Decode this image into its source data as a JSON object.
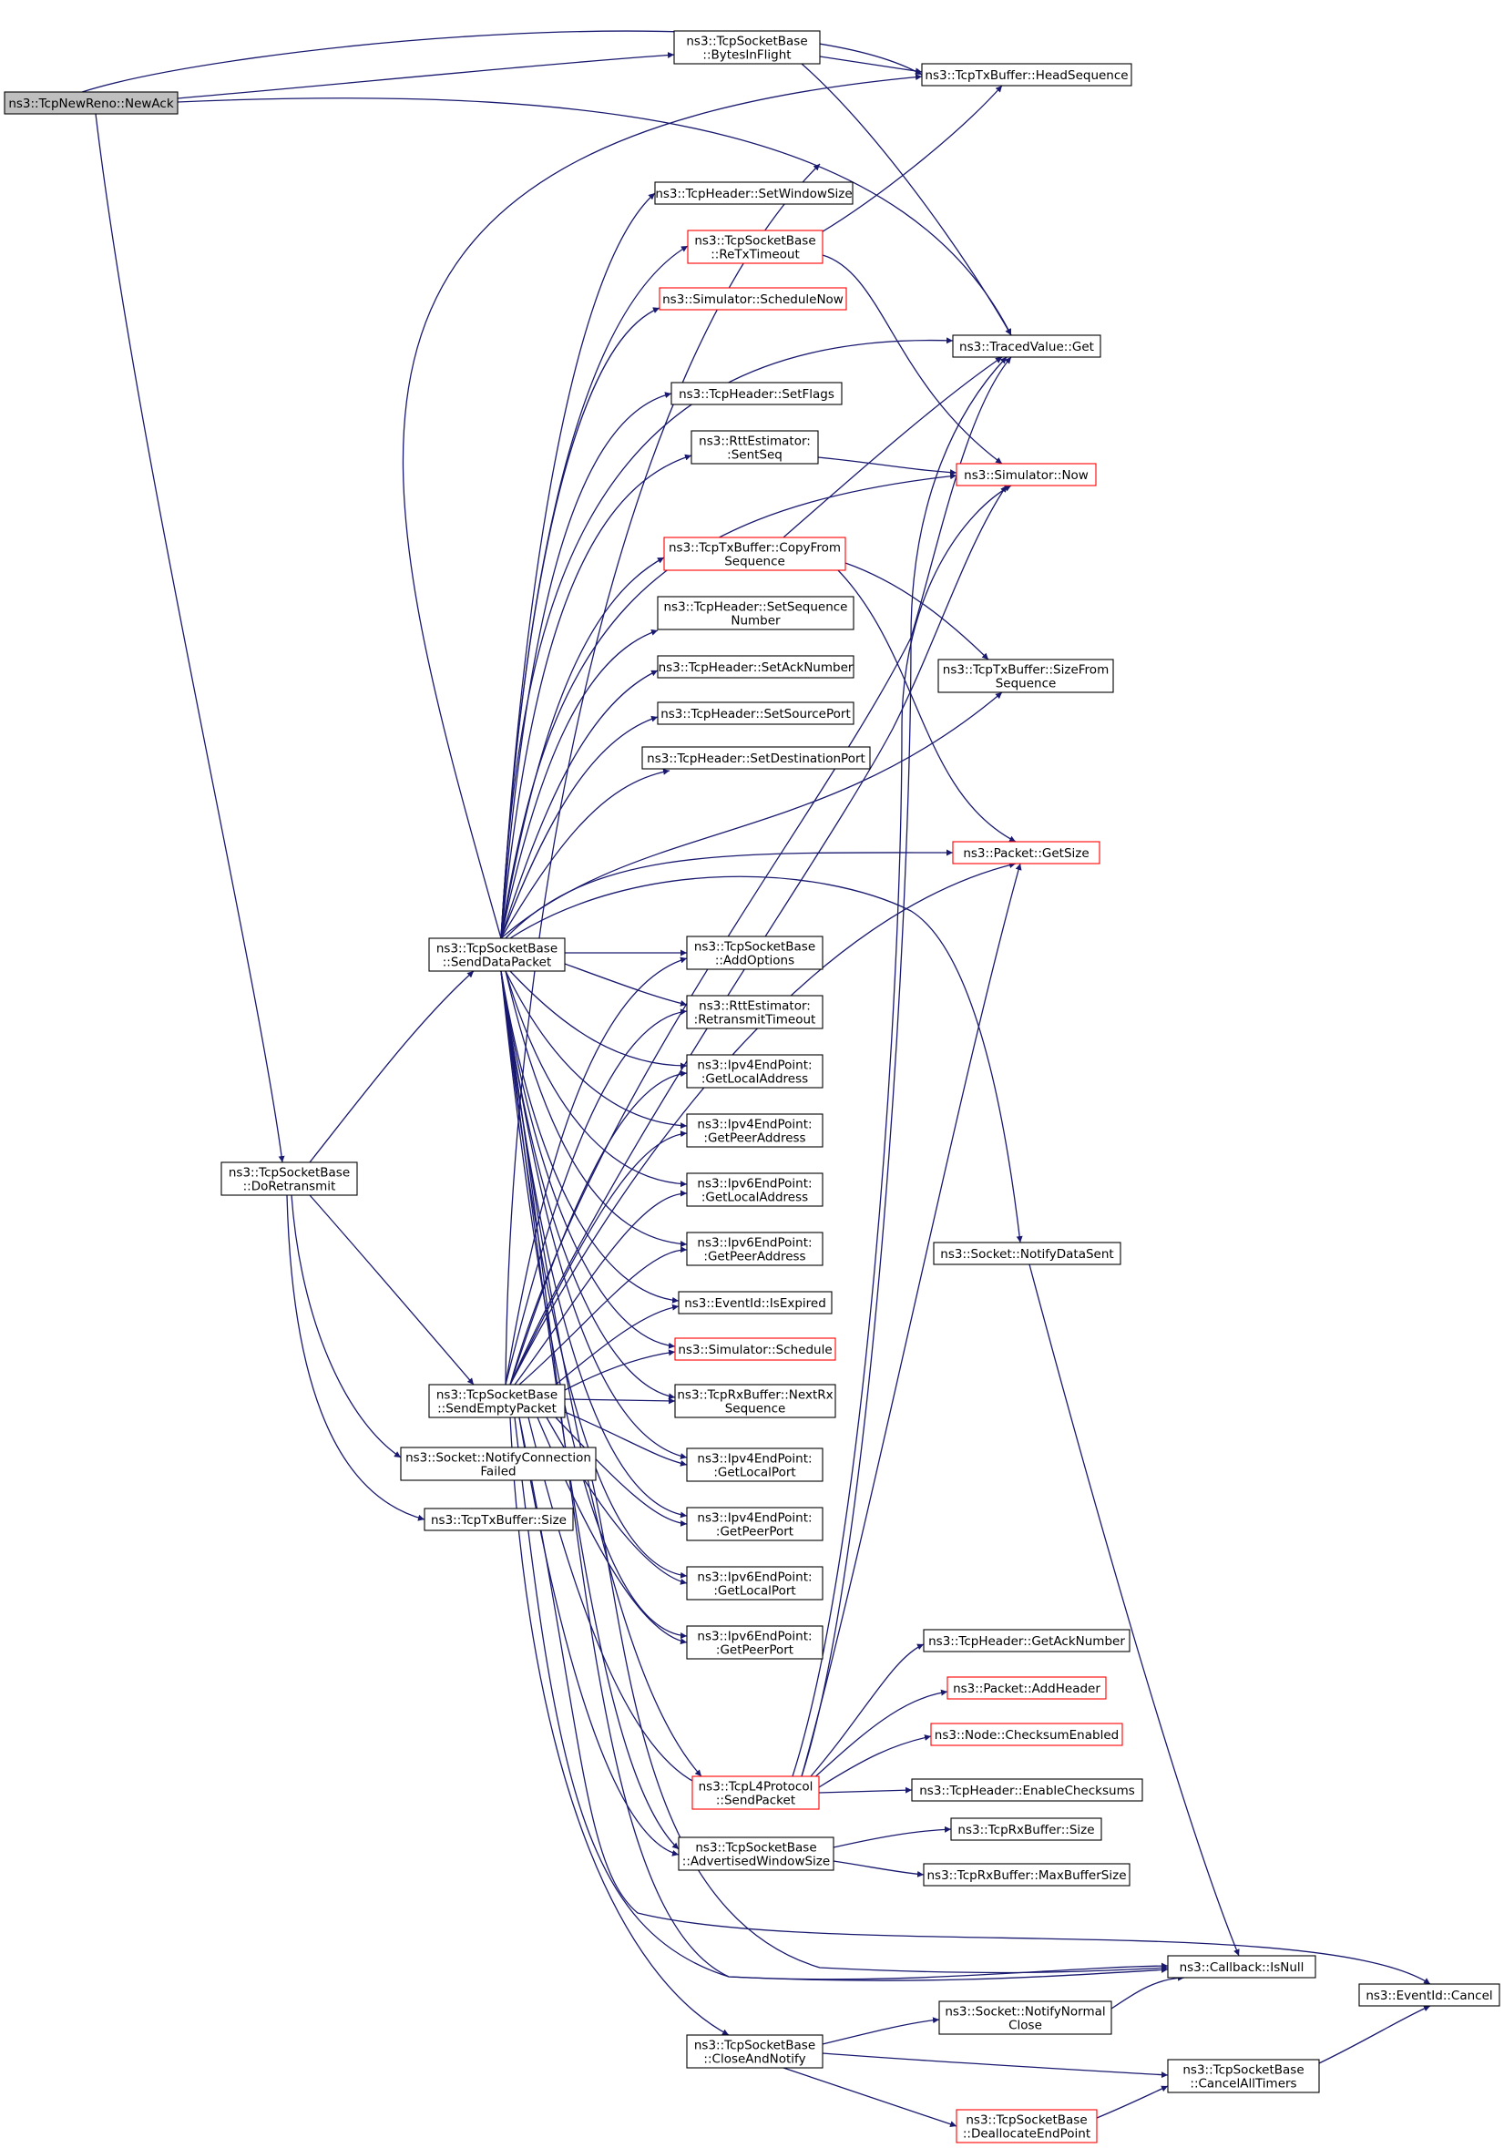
{
  "graph": {
    "nodes": [
      {
        "id": "newack",
        "label": [
          "ns3::TcpNewReno::NewAck"
        ],
        "style": "root"
      },
      {
        "id": "bif",
        "label": [
          "ns3::TcpSocketBase",
          "::BytesInFlight"
        ]
      },
      {
        "id": "headseq",
        "label": [
          "ns3::TcpTxBuffer::HeadSequence"
        ]
      },
      {
        "id": "setwin",
        "label": [
          "ns3::TcpHeader::SetWindowSize"
        ]
      },
      {
        "id": "retx",
        "label": [
          "ns3::TcpSocketBase",
          "::ReTxTimeout"
        ],
        "style": "red"
      },
      {
        "id": "schednow",
        "label": [
          "ns3::Simulator::ScheduleNow"
        ],
        "style": "red"
      },
      {
        "id": "tvget",
        "label": [
          "ns3::TracedValue::Get"
        ]
      },
      {
        "id": "setflags",
        "label": [
          "ns3::TcpHeader::SetFlags"
        ]
      },
      {
        "id": "sentseq",
        "label": [
          "ns3::RttEstimator:",
          ":SentSeq"
        ]
      },
      {
        "id": "simnow",
        "label": [
          "ns3::Simulator::Now"
        ],
        "style": "red"
      },
      {
        "id": "copyfrom",
        "label": [
          "ns3::TcpTxBuffer::CopyFrom",
          "Sequence"
        ],
        "style": "red"
      },
      {
        "id": "setseqnum",
        "label": [
          "ns3::TcpHeader::SetSequence",
          "Number"
        ]
      },
      {
        "id": "setacknum",
        "label": [
          "ns3::TcpHeader::SetAckNumber"
        ]
      },
      {
        "id": "sizefrom",
        "label": [
          "ns3::TcpTxBuffer::SizeFrom",
          "Sequence"
        ]
      },
      {
        "id": "setsrcport",
        "label": [
          "ns3::TcpHeader::SetSourcePort"
        ]
      },
      {
        "id": "setdstport",
        "label": [
          "ns3::TcpHeader::SetDestinationPort"
        ]
      },
      {
        "id": "pktgetsize",
        "label": [
          "ns3::Packet::GetSize"
        ],
        "style": "red"
      },
      {
        "id": "senddata",
        "label": [
          "ns3::TcpSocketBase",
          "::SendDataPacket"
        ]
      },
      {
        "id": "addopts",
        "label": [
          "ns3::TcpSocketBase",
          "::AddOptions"
        ]
      },
      {
        "id": "rtxto",
        "label": [
          "ns3::RttEstimator:",
          ":RetransmitTimeout"
        ]
      },
      {
        "id": "ip4local",
        "label": [
          "ns3::Ipv4EndPoint:",
          ":GetLocalAddress"
        ]
      },
      {
        "id": "ip4peer",
        "label": [
          "ns3::Ipv4EndPoint:",
          ":GetPeerAddress"
        ]
      },
      {
        "id": "ip6local",
        "label": [
          "ns3::Ipv6EndPoint:",
          ":GetLocalAddress"
        ]
      },
      {
        "id": "ip6peer",
        "label": [
          "ns3::Ipv6EndPoint:",
          ":GetPeerAddress"
        ]
      },
      {
        "id": "doretx",
        "label": [
          "ns3::TcpSocketBase",
          "::DoRetransmit"
        ]
      },
      {
        "id": "notifysent",
        "label": [
          "ns3::Socket::NotifyDataSent"
        ]
      },
      {
        "id": "isexpired",
        "label": [
          "ns3::EventId::IsExpired"
        ]
      },
      {
        "id": "schedule",
        "label": [
          "ns3::Simulator::Schedule"
        ],
        "style": "red"
      },
      {
        "id": "sendempty",
        "label": [
          "ns3::TcpSocketBase",
          "::SendEmptyPacket"
        ]
      },
      {
        "id": "nextrx",
        "label": [
          "ns3::TcpRxBuffer::NextRx",
          "Sequence"
        ]
      },
      {
        "id": "notifyfail",
        "label": [
          "ns3::Socket::NotifyConnection",
          "Failed"
        ]
      },
      {
        "id": "ip4lport",
        "label": [
          "ns3::Ipv4EndPoint:",
          ":GetLocalPort"
        ]
      },
      {
        "id": "txsize",
        "label": [
          "ns3::TcpTxBuffer::Size"
        ]
      },
      {
        "id": "ip4pport",
        "label": [
          "ns3::Ipv4EndPoint:",
          ":GetPeerPort"
        ]
      },
      {
        "id": "ip6lport",
        "label": [
          "ns3::Ipv6EndPoint:",
          ":GetLocalPort"
        ]
      },
      {
        "id": "ip6pport",
        "label": [
          "ns3::Ipv6EndPoint:",
          ":GetPeerPort"
        ]
      },
      {
        "id": "getacknum",
        "label": [
          "ns3::TcpHeader::GetAckNumber"
        ]
      },
      {
        "id": "addheader",
        "label": [
          "ns3::Packet::AddHeader"
        ],
        "style": "red"
      },
      {
        "id": "checksum",
        "label": [
          "ns3::Node::ChecksumEnabled"
        ],
        "style": "red"
      },
      {
        "id": "l4send",
        "label": [
          "ns3::TcpL4Protocol",
          "::SendPacket"
        ],
        "style": "red"
      },
      {
        "id": "enablecs",
        "label": [
          "ns3::TcpHeader::EnableChecksums"
        ]
      },
      {
        "id": "rxsize",
        "label": [
          "ns3::TcpRxBuffer::Size"
        ]
      },
      {
        "id": "advwin",
        "label": [
          "ns3::TcpSocketBase",
          "::AdvertisedWindowSize"
        ]
      },
      {
        "id": "maxbuf",
        "label": [
          "ns3::TcpRxBuffer::MaxBufferSize"
        ]
      },
      {
        "id": "isnull",
        "label": [
          "ns3::Callback::IsNull"
        ]
      },
      {
        "id": "evcancel",
        "label": [
          "ns3::EventId::Cancel"
        ]
      },
      {
        "id": "notifyclose",
        "label": [
          "ns3::Socket::NotifyNormal",
          "Close"
        ]
      },
      {
        "id": "closenotify",
        "label": [
          "ns3::TcpSocketBase",
          "::CloseAndNotify"
        ]
      },
      {
        "id": "cancelall",
        "label": [
          "ns3::TcpSocketBase",
          "::CancelAllTimers"
        ]
      },
      {
        "id": "dealloc",
        "label": [
          "ns3::TcpSocketBase",
          "::DeallocateEndPoint"
        ],
        "style": "red"
      }
    ]
  }
}
